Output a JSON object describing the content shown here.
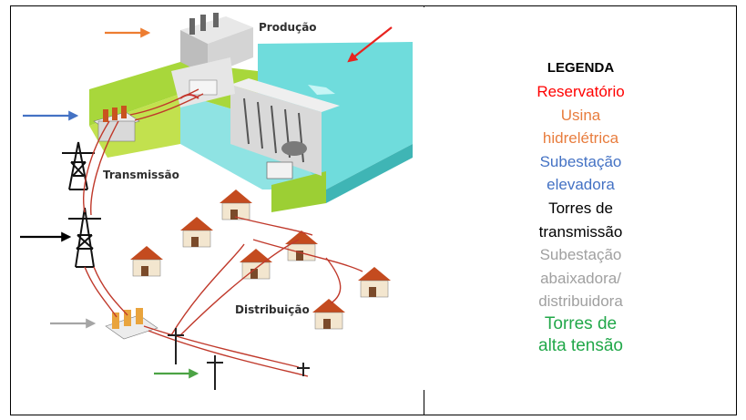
{
  "diagram": {
    "labels": {
      "production": "Produção",
      "transmission": "Transmissão",
      "distribution": "Distribuição"
    }
  },
  "legend": {
    "title": "LEGENDA",
    "items": [
      {
        "lines": [
          "Reservatório"
        ],
        "color": "#ff0000"
      },
      {
        "lines": [
          "Usina",
          "hidrelétrica"
        ],
        "color": "#e87d3e"
      },
      {
        "lines": [
          "Subestação",
          "elevadora"
        ],
        "color": "#4472c4"
      },
      {
        "lines": [
          "Torres de",
          "transmissão"
        ],
        "color": "#000000"
      },
      {
        "lines": [
          "Subestação",
          "abaixadora/",
          "distribuidora"
        ],
        "color": "#a0a0a0"
      },
      {
        "lines": [
          "Torres de",
          "alta tensão"
        ],
        "color": "#22a84a"
      }
    ]
  },
  "arrows": [
    {
      "name": "arrow-red",
      "color": "#e8231f",
      "points_to": "reservoir"
    },
    {
      "name": "arrow-orange",
      "color": "#ed7d31",
      "points_to": "power-plant"
    },
    {
      "name": "arrow-blue",
      "color": "#4472c4",
      "points_to": "step-up-substation"
    },
    {
      "name": "arrow-black",
      "color": "#000000",
      "points_to": "transmission-tower"
    },
    {
      "name": "arrow-gray",
      "color": "#a5a5a5",
      "points_to": "step-down-substation"
    },
    {
      "name": "arrow-green",
      "color": "#4ca345",
      "points_to": "high-voltage-pole"
    }
  ]
}
